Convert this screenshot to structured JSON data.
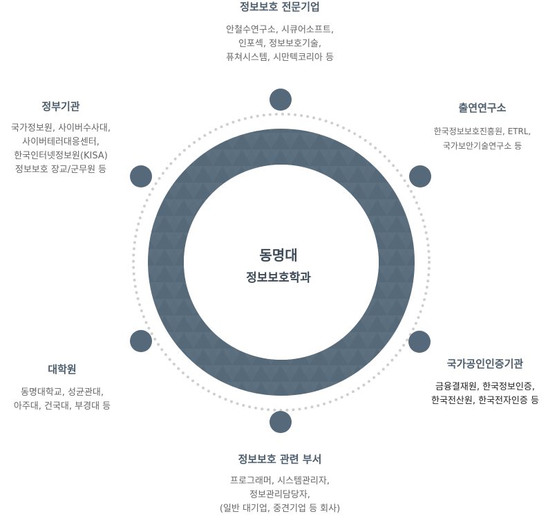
{
  "colors": {
    "ring": "#5a6e7e",
    "ring_triangle_dark": "#4e6272",
    "dot": "#56697a",
    "dotted_circle": "#cfcfcf",
    "title": "#4b5d6c",
    "body_text": "#666666"
  },
  "center": {
    "title": "동명대",
    "subtitle": "정보보호학과"
  },
  "nodes": {
    "top": {
      "title": "정보보호 전문기업",
      "lines": [
        "안철수연구소, 시큐어소프트,",
        "인포섹, 정보보호기술,",
        "퓨쳐시스템, 시만텍코리아 등"
      ]
    },
    "top_right": {
      "title": "출연연구소",
      "lines": [
        "한국정보보호진흥원, ETRL,",
        "국가보안기술연구소 등"
      ]
    },
    "bottom_right": {
      "title": "국가공인인증기관",
      "lines": [
        "금융결재원, 한국정보인증,",
        "한국전산원, 한국전자인증 등"
      ]
    },
    "bottom": {
      "title": "정보보호 관련 부서",
      "lines": [
        "프로그래머, 시스템관리자,",
        "정보관리담당자,",
        "(일반 대기업, 중견기업 등 회사)"
      ]
    },
    "bottom_left": {
      "title": "대학원",
      "lines": [
        "동명대학교, 성균관대,",
        "아주대, 건국대, 부경대 등"
      ]
    },
    "top_left": {
      "title": "정부기관",
      "lines": [
        "국가정보원, 사이버수사대,",
        "사이버테러대응센터,",
        "한국인터넷정보원(KISA)",
        "정보보호 장교/군무원 등"
      ]
    }
  }
}
